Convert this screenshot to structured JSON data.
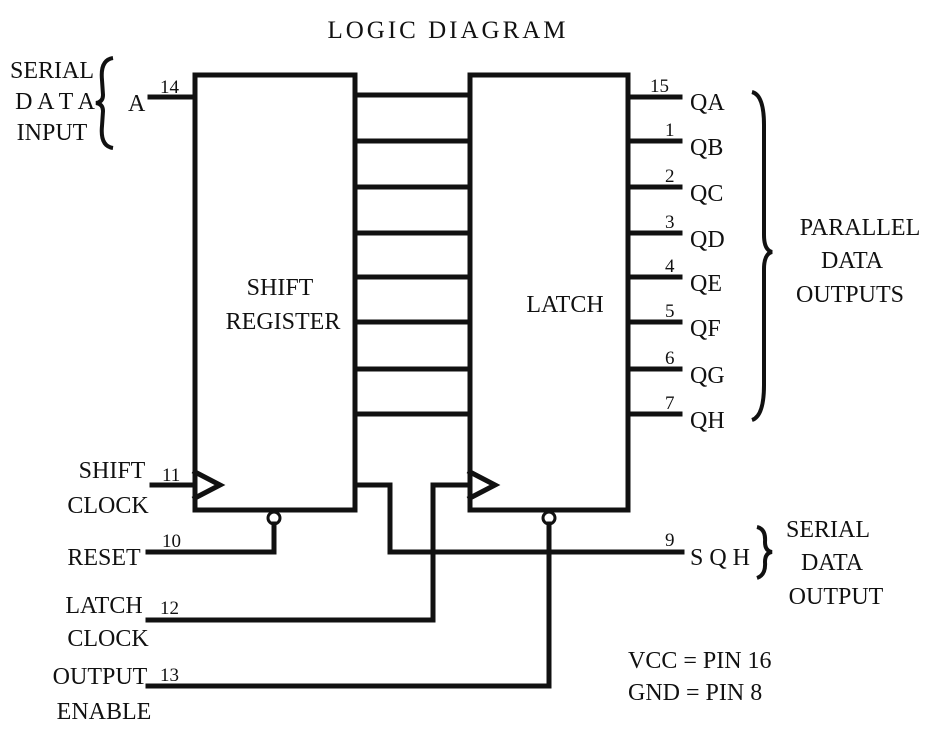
{
  "title": "LOGIC DIAGRAM",
  "blocks": {
    "shift_register": [
      "SHIFT",
      "REGISTER"
    ],
    "latch": "LATCH"
  },
  "inputs": {
    "serial_data_input": {
      "lines": [
        "SERIAL",
        "D A T A",
        "INPUT"
      ],
      "signal": "A",
      "pin": "14"
    },
    "shift_clock": {
      "lines": [
        "SHIFT",
        "CLOCK"
      ],
      "pin": "11"
    },
    "reset": {
      "label": "RESET",
      "pin": "10"
    },
    "latch_clock": {
      "lines": [
        "LATCH",
        "CLOCK"
      ],
      "pin": "12"
    },
    "output_enable": {
      "lines": [
        "OUTPUT",
        "ENABLE"
      ],
      "pin": "13"
    }
  },
  "parallel_outputs": {
    "label_lines": [
      "PARALLEL",
      "DATA",
      "OUTPUTS"
    ],
    "pins": [
      {
        "name": "QA",
        "pin": "15"
      },
      {
        "name": "QB",
        "pin": "1"
      },
      {
        "name": "QC",
        "pin": "2"
      },
      {
        "name": "QD",
        "pin": "3"
      },
      {
        "name": "QE",
        "pin": "4"
      },
      {
        "name": "QF",
        "pin": "5"
      },
      {
        "name": "QG",
        "pin": "6"
      },
      {
        "name": "QH",
        "pin": "7"
      }
    ]
  },
  "serial_output": {
    "label_lines": [
      "SERIAL",
      "DATA",
      "OUTPUT"
    ],
    "signal": "S Q H",
    "pin": "9"
  },
  "power": {
    "vcc": "VCC = PIN 16",
    "gnd": "GND = PIN 8"
  }
}
